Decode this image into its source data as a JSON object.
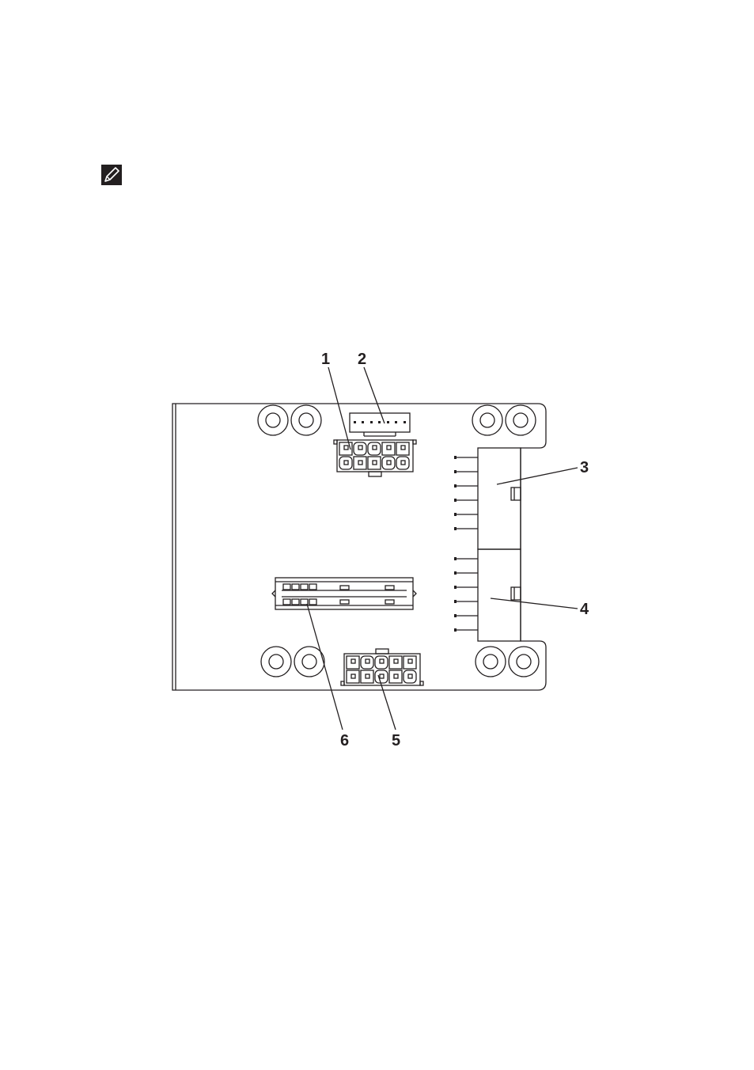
{
  "note": {
    "icon": "pencil-note-icon"
  },
  "diagram": {
    "callouts": [
      {
        "id": "1",
        "label": "1"
      },
      {
        "id": "2",
        "label": "2"
      },
      {
        "id": "3",
        "label": "3"
      },
      {
        "id": "4",
        "label": "4"
      },
      {
        "id": "5",
        "label": "5"
      },
      {
        "id": "6",
        "label": "6"
      }
    ]
  },
  "colors": {
    "ink": "#231f20",
    "paper": "#ffffff"
  }
}
